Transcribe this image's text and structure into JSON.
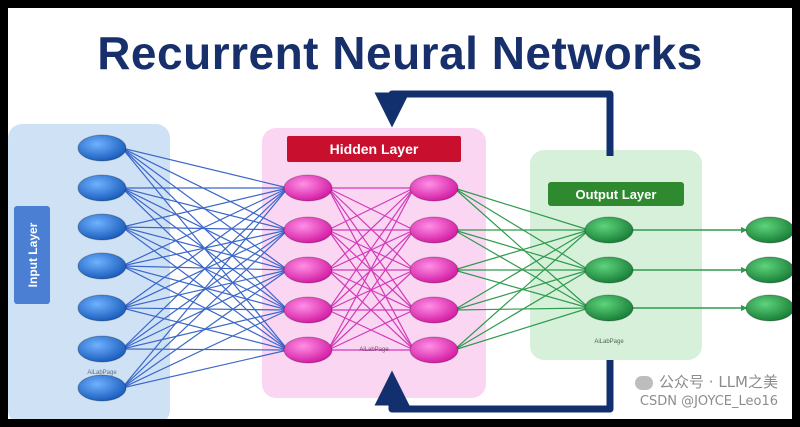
{
  "title": "Recurrent Neural Networks",
  "layers": {
    "input": {
      "label": "Input Layer",
      "caption": "AiLabPage",
      "color": "#1e6fd0",
      "panel": "#cfe2f5",
      "node_count": 7
    },
    "hidden": {
      "label": "Hidden Layer",
      "caption": "AiLabPage",
      "color": "#e82bc4",
      "panel": "#fad6f3",
      "label_bg": "#c8102e",
      "columns": 2,
      "nodes_per_column": 5
    },
    "output": {
      "label": "Output Layer",
      "caption": "AiLabPage",
      "color": "#1e9a3e",
      "panel": "#d6f0da",
      "label_bg": "#2f8a2f",
      "node_count": 3
    }
  },
  "colors": {
    "title": "#17306b",
    "loop_arrow": "#13306e",
    "input_edges": "#3b67c9",
    "hidden_edges": "#d23bb7",
    "output_edges": "#2e9b4e"
  },
  "watermark": {
    "line1": "公众号 · LLM之美",
    "line2": "CSDN @JOYCE_Leo16"
  }
}
